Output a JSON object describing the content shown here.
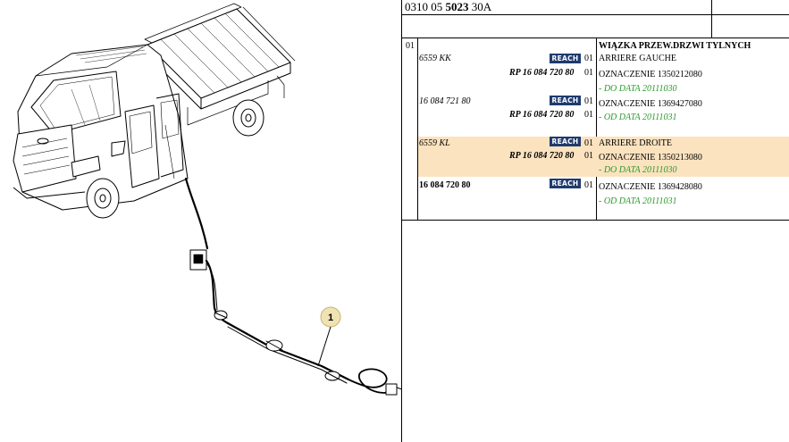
{
  "header": {
    "ref_prefix": "0310 05",
    "ref_bold": "5023",
    "ref_suffix": "30A"
  },
  "illustration": {
    "callout": "1"
  },
  "table": {
    "level": "01",
    "title": "WIĄZKA PRZEW.DRZWI TYLNYCH",
    "rows": [
      {
        "code": "6559 KK",
        "reach": "REACH",
        "rp": "RP 16 084 720 80",
        "qty1": "01",
        "qty2": "01",
        "desc": "ARRIERE GAUCHE",
        "oznaczenie": "OZNACZENIE  1350212080",
        "date": "- DO DATA 20111030"
      },
      {
        "code": "16 084 721 80",
        "reach": "REACH",
        "rp": "RP 16 084 720 80",
        "qty1": "01",
        "qty2": "01",
        "oznaczenie": "OZNACZENIE  1369427080",
        "date": "- OD DATA 20111031"
      },
      {
        "code": "6559 KL",
        "reach": "REACH",
        "rp": "RP 16 084 720 80",
        "qty1": "01",
        "qty2": "01",
        "desc": "ARRIERE DROITE",
        "oznaczenie": "OZNACZENIE  1350213080",
        "date": "- DO DATA 20111030"
      },
      {
        "code": "16 084 720 80",
        "reach": "REACH",
        "qty1": "01",
        "oznaczenie": "OZNACZENIE  1369428080",
        "date": "- OD DATA 20111031"
      }
    ]
  }
}
